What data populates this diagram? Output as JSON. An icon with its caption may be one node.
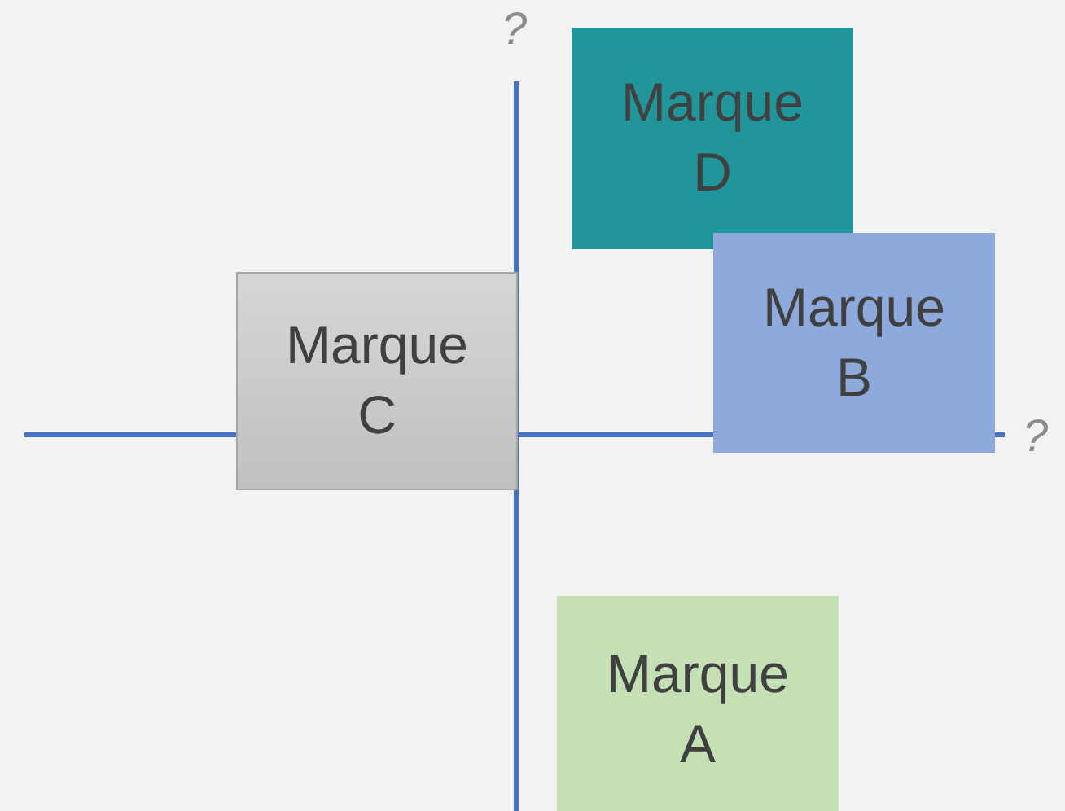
{
  "diagram": {
    "nodes": [
      {
        "text": [
          "Marque D"
        ]
      },
      {
        "text": [
          "Marque B"
        ]
      },
      {
        "text": [
          "Marque C"
        ]
      },
      {
        "text": [
          "Marque A"
        ]
      }
    ],
    "labels": [
      "?",
      "?"
    ]
  }
}
